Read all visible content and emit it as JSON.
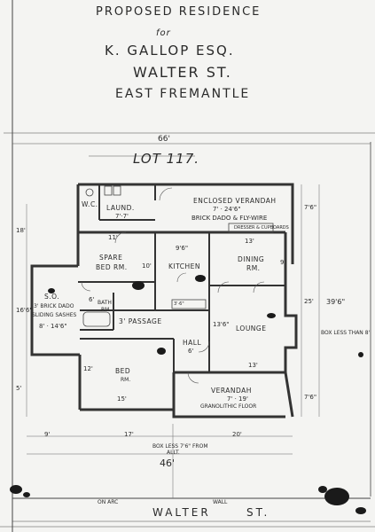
{
  "title": {
    "line1": "PROPOSED RESIDENCE",
    "line2": "for",
    "line3": "K. GALLOP   ESQ.",
    "line4": "WALTER ST.",
    "line5": "EAST   FREMANTLE"
  },
  "lot": "LOT 117.",
  "rooms": {
    "wc": "W.C.",
    "laundry": "LAUND.",
    "laundry_dim": "7'·7'",
    "enclosed_verandah": "ENCLOSED VERANDAH",
    "enclosed_verandah_dim": "7' · 24'6\"",
    "enclosed_verandah_note": "BRICK DADO & FLY-WIRE",
    "spare_bed_1": "SPARE",
    "spare_bed_2": "BED RM.",
    "kitchen": "KITCHEN",
    "dining_1": "DINING",
    "dining_2": "RM.",
    "bath_1": "BATH",
    "bath_2": "RM.",
    "passage": "3' PASSAGE",
    "hall": "HALL",
    "lounge": "LOUNGE",
    "sleepout_1": "S.O.",
    "sleepout_2": "3' BRICK DADO",
    "sleepout_3": "SLIDING SASHES",
    "sleepout_4": "8' · 14'6\"",
    "bed_1": "BED",
    "bed_2": "RM.",
    "verandah_1": "VERANDAH",
    "verandah_2": "7' · 19'",
    "verandah_3": "GRANOLITHIC FLOOR"
  },
  "dims": {
    "overall_width": "66'",
    "spare_w": "11'",
    "kitchen_w": "9'6\"",
    "dining_w": "13'",
    "dining_h": "9'",
    "spare_h": "10'",
    "bath_w": "6'",
    "lounge_w": "13'6\"",
    "lounge_bottom": "13'",
    "bed_w": "15'",
    "bed_h": "12'",
    "hall_w": "6'",
    "left_16": "16'6\"",
    "right_25": "25'",
    "right_total": "39'6\"",
    "verandah_h": "7'6\"",
    "top_right": "7'6\"",
    "bottom_9": "9'",
    "bottom_17": "17'",
    "bottom_20": "20'",
    "bottom_total": "46'",
    "left_18": "18'",
    "left_5": "5'",
    "setback_note_1": "BOX LESS 7'6\" FROM",
    "setback_note_2": "ALLT.",
    "right_note": "BOX LESS THAN 8'",
    "kitchen_dado": "DRESSER & CUPBOARDS",
    "bath_dim": "3'·6\"",
    "bottom_left_1": "ON ARC",
    "bottom_left_2": "WALL"
  },
  "street": {
    "name1": "WALTER",
    "name2": "ST."
  }
}
